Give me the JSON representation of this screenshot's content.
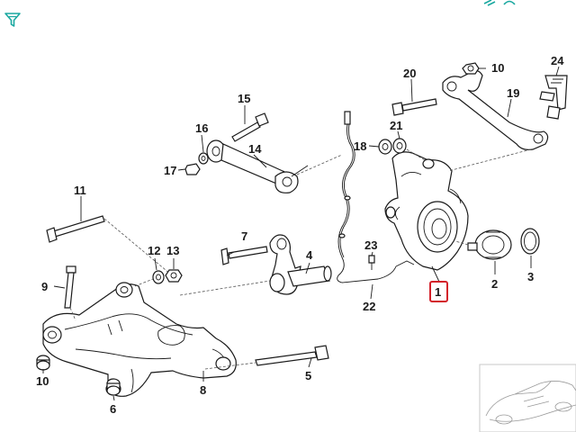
{
  "diagram": {
    "callouts": {
      "c1": "1",
      "c2": "2",
      "c3": "3",
      "c4": "4",
      "c5": "5",
      "c6": "6",
      "c7": "7",
      "c8": "8",
      "c9": "9",
      "c10a": "10",
      "c10b": "10",
      "c11": "11",
      "c12": "12",
      "c13": "13",
      "c14": "14",
      "c15": "15",
      "c16": "16",
      "c17": "17",
      "c18": "18",
      "c19": "19",
      "c20": "20",
      "c21": "21",
      "c22": "22",
      "c23": "23",
      "c24": "24"
    },
    "highlighted_callout": "1",
    "highlight_color": "#d3202a",
    "icons": {
      "filter": "filter-icon",
      "top_right": "link-icon"
    },
    "accent_color": "#1aa8a0"
  }
}
